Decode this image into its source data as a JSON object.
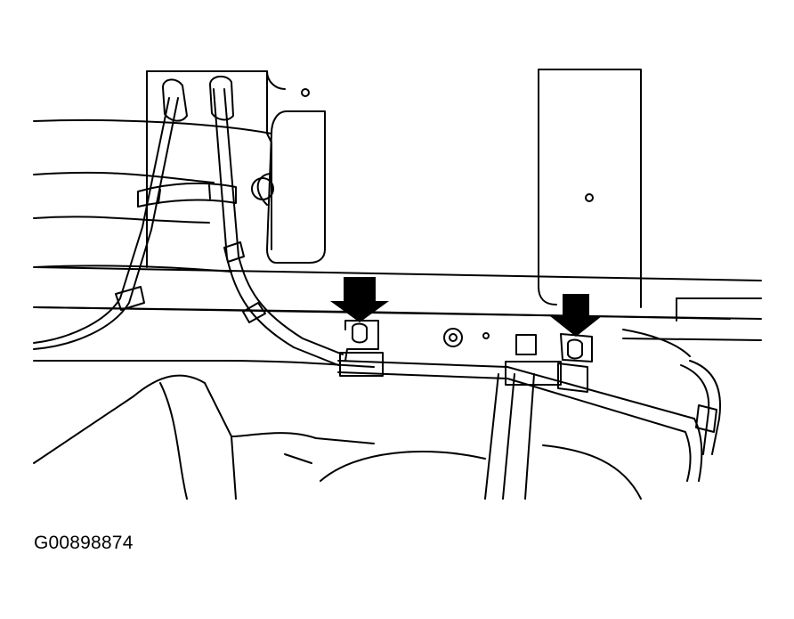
{
  "figure": {
    "id_label": "G00898874"
  },
  "callouts": [
    {
      "name": "left-bracket-arrow",
      "direction": "down"
    },
    {
      "name": "right-bracket-arrow",
      "direction": "down"
    }
  ],
  "colors": {
    "line": "#000000",
    "background": "#ffffff"
  }
}
